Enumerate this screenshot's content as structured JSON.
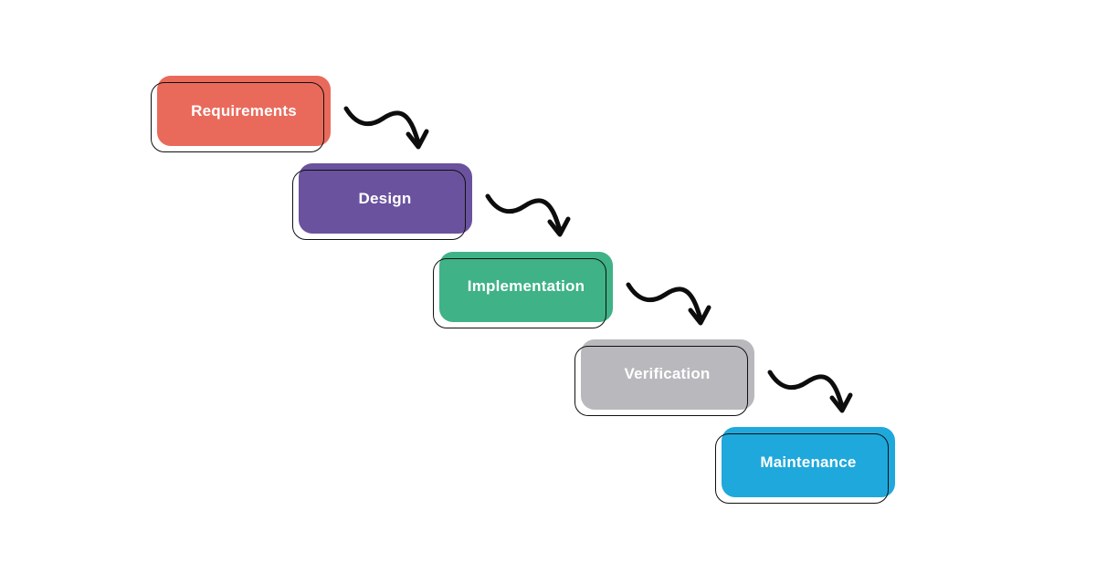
{
  "diagram": {
    "type": "flow",
    "model": "waterfall",
    "background": "#ffffff",
    "outline_color": "#101010",
    "arrow_color": "#0d0d0d",
    "label_color": "#ffffff",
    "stages": [
      {
        "label": "Requirements",
        "color": "#e96a5b"
      },
      {
        "label": "Design",
        "color": "#6a529e"
      },
      {
        "label": "Implementation",
        "color": "#3fb287"
      },
      {
        "label": "Verification",
        "color": "#b9b9bd"
      },
      {
        "label": "Maintenance",
        "color": "#1fa8db"
      }
    ],
    "arrow_icon": "s-curve-down-right-arrow"
  }
}
